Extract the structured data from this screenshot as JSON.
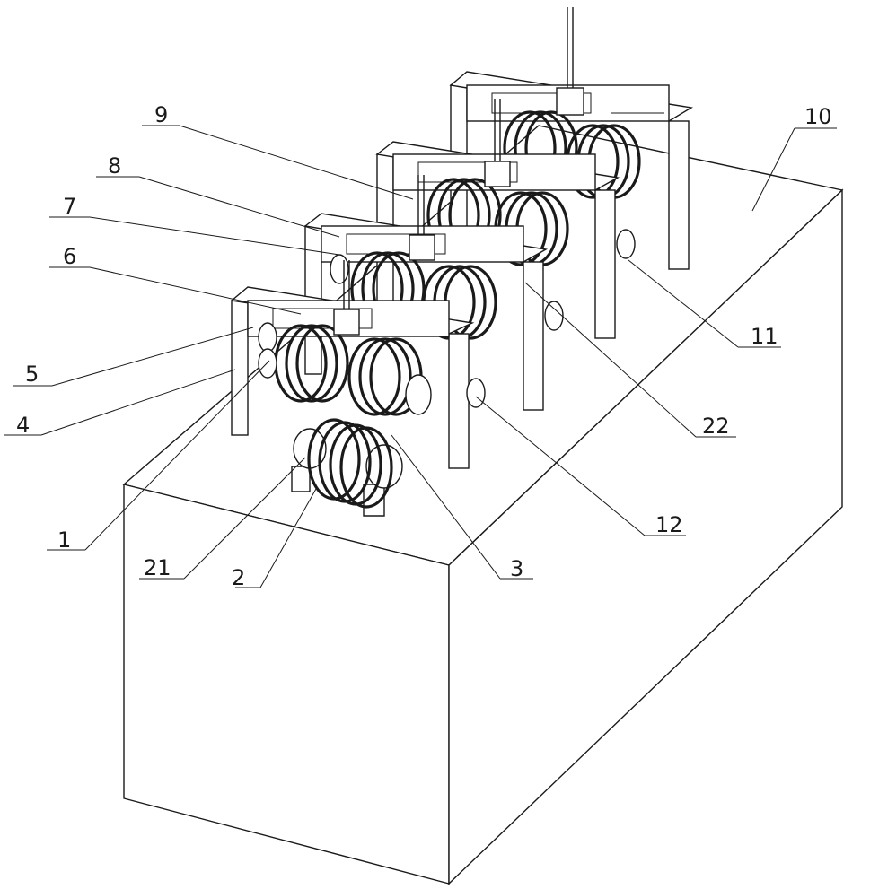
{
  "labels": {
    "l1": "1",
    "l2": "2",
    "l3": "3",
    "l4": "4",
    "l5": "5",
    "l6": "6",
    "l7": "7",
    "l8": "8",
    "l9": "9",
    "l10": "10",
    "l11": "11",
    "l12": "12",
    "l21": "21",
    "l22": "22"
  }
}
